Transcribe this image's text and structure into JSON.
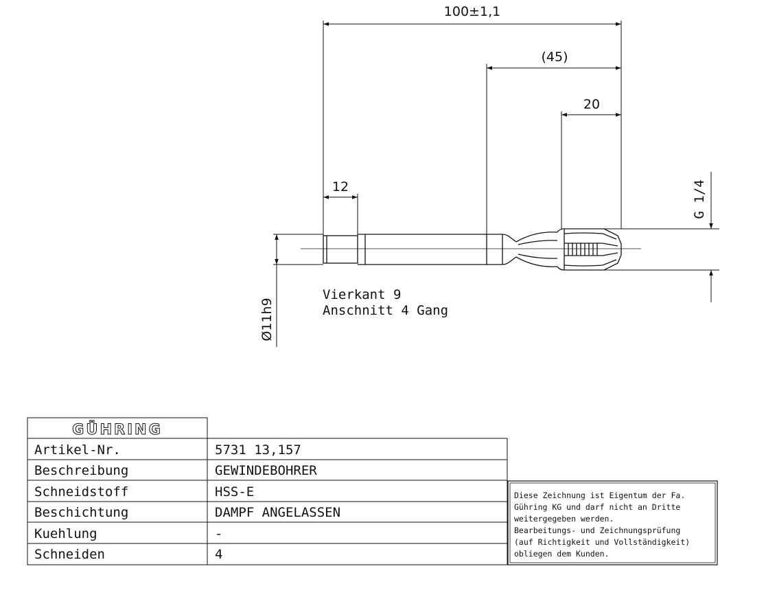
{
  "dimensions": {
    "overall_length": "100±1,1",
    "thread_section_length": "(45)",
    "cutting_length": "20",
    "square_length": "12",
    "shank_diameter": "Ø11h9",
    "thread_size": "G 1/4"
  },
  "notes": {
    "line1": "Vierkant 9",
    "line2": "Anschnitt 4 Gang"
  },
  "title_block": {
    "logo": "GÜHRING",
    "rows": [
      {
        "label": "Artikel-Nr.",
        "value": "5731 13,157"
      },
      {
        "label": "Beschreibung",
        "value": "GEWINDEBOHRER"
      },
      {
        "label": "Schneidstoff",
        "value": "HSS-E"
      },
      {
        "label": "Beschichtung",
        "value": "DAMPF ANGELASSEN"
      },
      {
        "label": "Kuehlung",
        "value": "-"
      },
      {
        "label": "Schneiden",
        "value": "4"
      }
    ]
  },
  "disclaimer": {
    "lines": [
      "Diese Zeichnung ist Eigentum der Fa.",
      "Gühring KG und darf nicht an Dritte",
      "weitergegeben werden.",
      "Bearbeitungs- und Zeichnungsprüfung",
      "(auf Richtigkeit und Vollständigkeit)",
      "obliegen dem Kunden."
    ]
  }
}
